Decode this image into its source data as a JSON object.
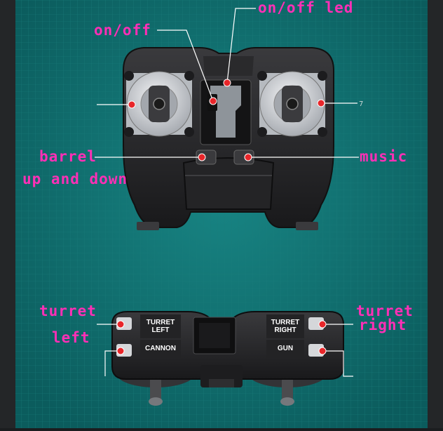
{
  "colors": {
    "background": "#0f6e6e",
    "label": "#ff2fb6",
    "marker": "#e8262a",
    "controller_body": "#1c1c1e"
  },
  "callouts": {
    "on_off_led": "on/off led",
    "on_off": "on/off",
    "barrel": "barrel",
    "barrel_motion": "up and down",
    "music": "music",
    "turret_left_1": "turret",
    "turret_left_2": "left",
    "turret_right_1": "turret",
    "turret_right_2": "right"
  },
  "controller_front": {
    "stray_mark": "7"
  },
  "controller_top": {
    "button_turret_left": [
      "TURRET",
      "LEFT"
    ],
    "button_cannon": "CANNON",
    "button_turret_right": [
      "TURRET",
      "RIGHT"
    ],
    "button_gun": "GUN"
  }
}
